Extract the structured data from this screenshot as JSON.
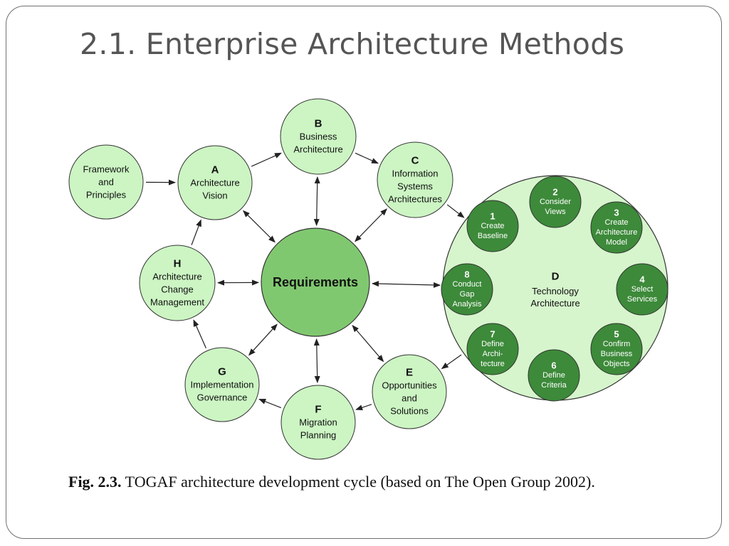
{
  "title": "2.1. Enterprise Architecture Methods",
  "colors": {
    "node_fill": "#ccf5c3",
    "center_fill": "#80c870",
    "d_circle_fill": "#d6f5cc",
    "sub_node_fill": "#3d8a3a",
    "stroke": "#333333",
    "title_color": "#555555"
  },
  "diagram": {
    "center": {
      "label": "Requirements"
    },
    "framework": {
      "lines": [
        "Framework",
        "and",
        "Principles"
      ]
    },
    "phases": [
      {
        "id": "A",
        "lines": [
          "Architecture",
          "Vision"
        ]
      },
      {
        "id": "B",
        "lines": [
          "Business",
          "Architecture"
        ]
      },
      {
        "id": "C",
        "lines": [
          "Information",
          "Systems",
          "Architectures"
        ]
      },
      {
        "id": "D",
        "lines": [
          "Technology",
          "Architecture"
        ]
      },
      {
        "id": "E",
        "lines": [
          "Opportunities",
          "and",
          "Solutions"
        ]
      },
      {
        "id": "F",
        "lines": [
          "Migration",
          "Planning"
        ]
      },
      {
        "id": "G",
        "lines": [
          "Implementation",
          "Governance"
        ]
      },
      {
        "id": "H",
        "lines": [
          "Architecture",
          "Change",
          "Management"
        ]
      }
    ],
    "d_steps": [
      {
        "id": "1",
        "lines": [
          "Create",
          "Baseline"
        ]
      },
      {
        "id": "2",
        "lines": [
          "Consider",
          "Views"
        ]
      },
      {
        "id": "3",
        "lines": [
          "Create",
          "Architecture",
          "Model"
        ]
      },
      {
        "id": "4",
        "lines": [
          "Select",
          "Services"
        ]
      },
      {
        "id": "5",
        "lines": [
          "Confirm",
          "Business",
          "Objects"
        ]
      },
      {
        "id": "6",
        "lines": [
          "Define",
          "Criteria"
        ]
      },
      {
        "id": "7",
        "lines": [
          "Define",
          "Archi-",
          "tecture"
        ]
      },
      {
        "id": "8",
        "lines": [
          "Conduct",
          "Gap",
          "Analysis"
        ]
      }
    ]
  },
  "caption": {
    "label": "Fig. 2.3.",
    "text": " TOGAF architecture development cycle (based on The Open Group 2002)."
  }
}
